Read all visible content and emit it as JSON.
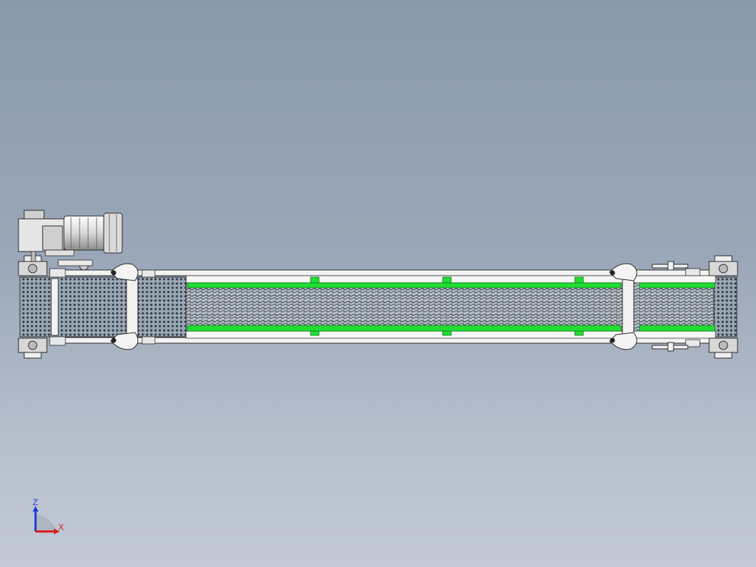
{
  "viewport": {
    "background_top": "#8a99ad",
    "background_bottom": "#c3cad6"
  },
  "model": {
    "components": [
      "gear-motor",
      "conveyor-frame",
      "belt-mesh",
      "green-guide-rails",
      "idler-pulleys",
      "end-sprockets",
      "fork-brackets"
    ],
    "colors": {
      "rail_green": "#22dd33",
      "frame": "#f2f2f2",
      "outline": "#2a2a2a",
      "mesh": "#6a7480"
    }
  },
  "triad": {
    "z_label": "Z",
    "x_label": "X",
    "z_color": "#1a3ad8",
    "x_color": "#d81a1a"
  }
}
